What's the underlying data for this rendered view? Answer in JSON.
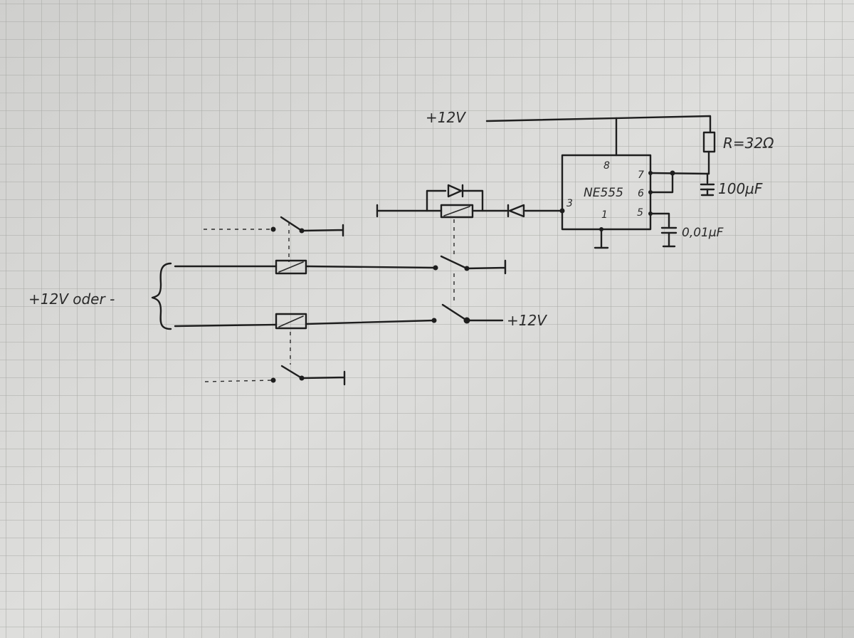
{
  "labels": {
    "supply_top": "+12V",
    "resistor": "R=32Ω",
    "cap_large": "100µF",
    "cap_small": "0,01µF",
    "ic": "NE555",
    "supply_switch": "+12V",
    "input_label": "+12V oder -"
  },
  "pins": {
    "p8": "8",
    "p7": "7",
    "p6": "6",
    "p5": "5",
    "p3": "3",
    "p1": "1"
  },
  "colors": {
    "paper": "#dcdcda",
    "grid": "#a9aaa6",
    "ink": "#1e1e1e"
  }
}
